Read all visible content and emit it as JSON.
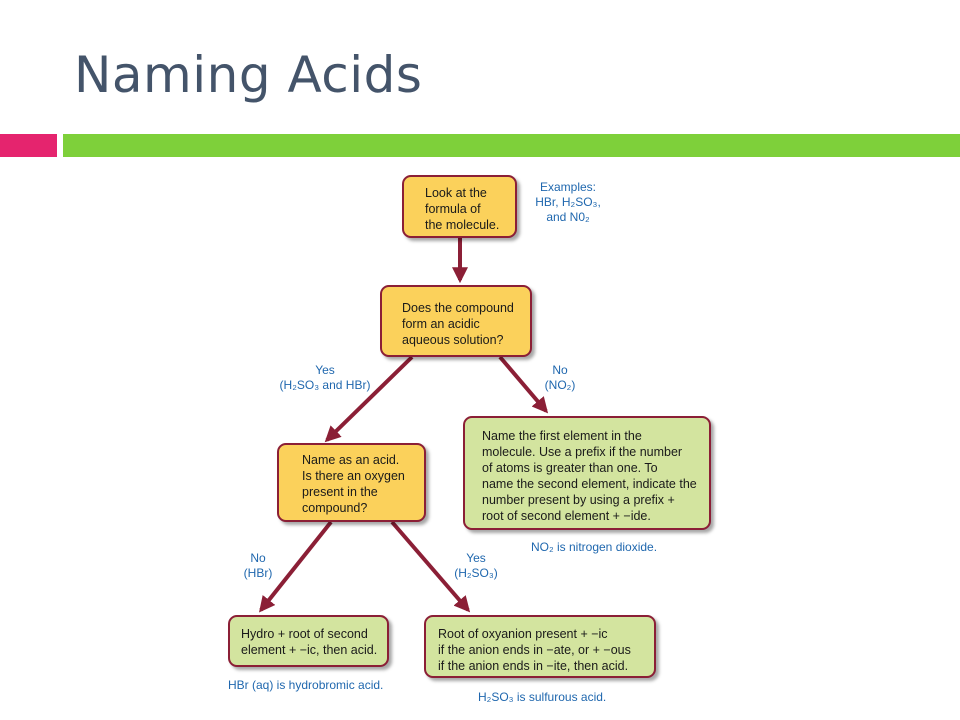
{
  "slide": {
    "title": "Naming Acids"
  },
  "colors": {
    "title": "#44546a",
    "accent_pink": "#e5246e",
    "accent_green": "#7ed03a",
    "arrow": "#8b1f36",
    "box_yellow": "#fbd15b",
    "box_green": "#d3e49f",
    "label_blue": "#1f67ae"
  },
  "flowchart": {
    "start": {
      "lines": [
        "Look at the",
        "formula of",
        "the molecule."
      ]
    },
    "examples": {
      "lines": [
        "Examples:",
        "HBr, H₂SO₃,",
        "and N0₂"
      ]
    },
    "question1": {
      "lines": [
        "Does the compound",
        "form an acidic",
        "aqueous solution?"
      ]
    },
    "yes1": {
      "lines": [
        "Yes",
        "(H₂SO₃ and HBr)"
      ]
    },
    "no1": {
      "lines": [
        "No",
        "(NO₂)"
      ]
    },
    "molecular": {
      "lines": [
        "Name the first element in the",
        "molecule. Use a prefix if the number",
        "of atoms is greater than one. To",
        "name the second element, indicate the",
        "number present by using a prefix +",
        "root of second element + −ide."
      ]
    },
    "molecular_caption": "NO₂ is nitrogen dioxide.",
    "question2": {
      "lines": [
        "Name as an acid.",
        "Is there an oxygen",
        "present in the",
        "compound?"
      ]
    },
    "no2": {
      "lines": [
        "No",
        "(HBr)"
      ]
    },
    "yes2": {
      "lines": [
        "Yes",
        "(H₂SO₃)"
      ]
    },
    "binary_acid": {
      "lines": [
        "Hydro + root of second",
        "element + −ic, then acid."
      ]
    },
    "binary_caption": "HBr (aq) is hydrobromic acid.",
    "oxyacid": {
      "lines": [
        "Root of oxyanion present + −ic",
        "if the anion ends in −ate, or + −ous",
        "if the anion ends in −ite, then acid."
      ]
    },
    "oxyacid_caption": "H₂SO₃ is sulfurous acid."
  }
}
